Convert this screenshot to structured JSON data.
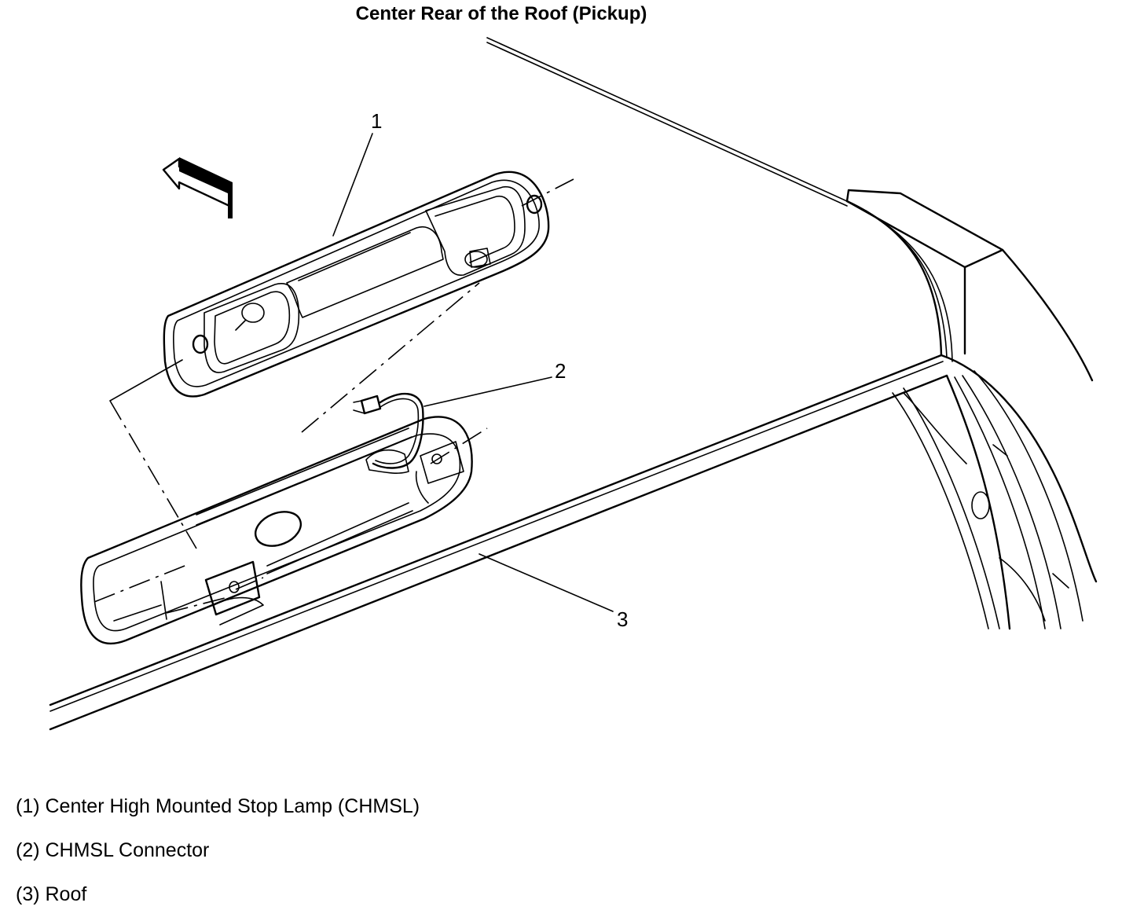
{
  "title": "Center Rear of the Roof (Pickup)",
  "callouts": {
    "c1": "1",
    "c2": "2",
    "c3": "3"
  },
  "legend": [
    "(1) Center High Mounted Stop Lamp (CHMSL)",
    "(2) CHMSL Connector",
    "(3) Roof"
  ]
}
